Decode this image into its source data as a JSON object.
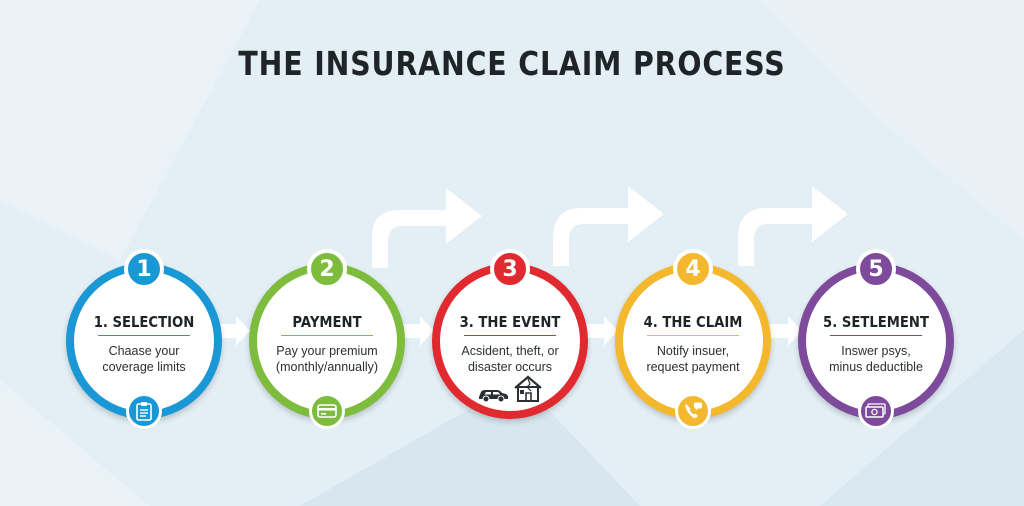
{
  "title": "THE INSURANCE CLAIM PROCESS",
  "colors": {
    "background": "#e3eef5",
    "step1": "#1a98d5",
    "step2": "#7dbc3c",
    "step3": "#e02a2f",
    "step4": "#f4b82e",
    "step5": "#7e4a9b"
  },
  "steps": [
    {
      "number": "1",
      "title": "1. SELECTION",
      "description": "Chaase your\ncoverage limits",
      "icon": "clipboard-icon"
    },
    {
      "number": "2",
      "title": "PAYMENT",
      "description": "Pay your premium\n(monthly/annually)",
      "icon": "credit-card-icon"
    },
    {
      "number": "3",
      "title": "3. THE EVENT",
      "description": "Acsident, theft, or\ndisaster occurs",
      "icon": "car-and-damaged-house-icon"
    },
    {
      "number": "4",
      "title": "4. THE CLAIM",
      "description": "Notify insuer,\nrequest payment",
      "icon": "phone-chat-icon"
    },
    {
      "number": "5",
      "title": "5. SETLEMENT",
      "description": "Inswer psys,\nminus deductible",
      "icon": "money-bill-icon"
    }
  ]
}
